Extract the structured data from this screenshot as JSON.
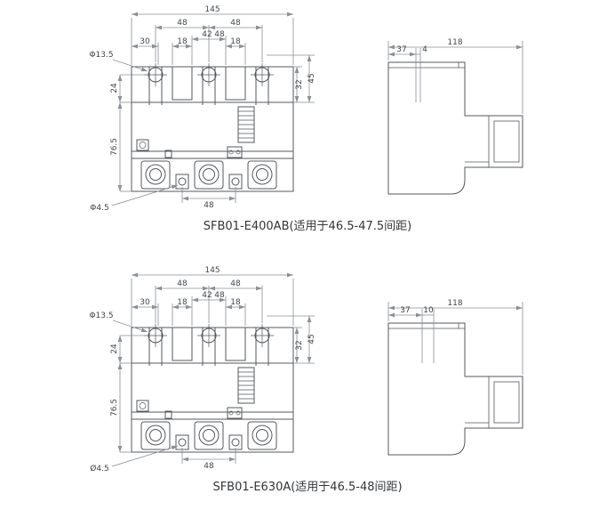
{
  "figures": [
    {
      "caption": "SFB01-E400AB(适用于46.5-47.5间距)",
      "front": {
        "width_total": "145",
        "pitch_left": "48",
        "pitch_right": "48",
        "offset_left": "30",
        "slot_left": "18",
        "dim_inner": "42",
        "dim_slot_pitch": "48",
        "slot_right": "18",
        "hole_dia": "Φ13.5",
        "height_top": "24",
        "height_body": "76.5",
        "height_inner": "32",
        "height_outer": "45",
        "screw_dia": "Φ4.5",
        "screw_pitch": "48"
      },
      "side": {
        "width_total": "118",
        "tab_offset": "37",
        "tab_width": "4"
      }
    },
    {
      "caption": "SFB01-E630A(适用于46.5-48间距)",
      "front": {
        "width_total": "145",
        "pitch_left": "48",
        "pitch_right": "48",
        "offset_left": "30",
        "slot_left": "18",
        "dim_inner": "42",
        "dim_slot_pitch": "48",
        "slot_right": "18",
        "hole_dia": "Φ13.5",
        "height_top": "24",
        "height_body": "76.5",
        "height_inner": "32",
        "height_outer": "45",
        "screw_dia": "Ø4.5",
        "screw_pitch": "48"
      },
      "side": {
        "width_total": "118",
        "tab_offset": "37",
        "tab_width": "10"
      }
    }
  ]
}
